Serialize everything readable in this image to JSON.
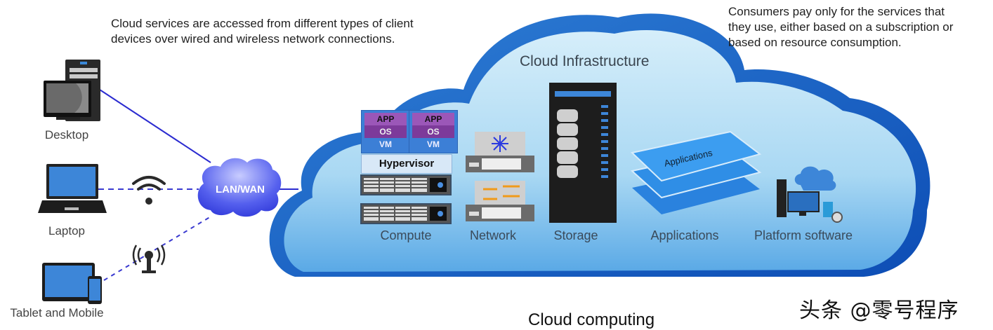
{
  "captions": {
    "left": [
      "Cloud services are accessed from different types of client",
      "devices over wired and wireless network connections."
    ],
    "right": [
      "Consumers pay only for the services that",
      "they use, either based on a subscription or",
      "based on resource consumption."
    ]
  },
  "devices": [
    {
      "label": "Desktop",
      "icon": "desktop-icon",
      "connection": "wired"
    },
    {
      "label": "Laptop",
      "icon": "laptop-icon",
      "connection": "wireless"
    },
    {
      "label": "Tablet and Mobile",
      "icon": "tablet-mobile-icon",
      "connection": "cellular"
    }
  ],
  "network_cloud": {
    "label": "LAN/WAN"
  },
  "cloud": {
    "title": "Cloud Infrastructure",
    "components": [
      {
        "label": "Compute",
        "icon": "server-icon"
      },
      {
        "label": "Network",
        "icon": "switch-icon"
      },
      {
        "label": "Storage",
        "icon": "storage-rack-icon"
      },
      {
        "label": "Applications",
        "icon": "layers-icon"
      },
      {
        "label": "Platform software",
        "icon": "platform-icon"
      }
    ],
    "compute_stack": {
      "app": "APP",
      "os": "OS",
      "vm": "VM",
      "hypervisor": "Hypervisor"
    },
    "applications_layer_text": "Applications"
  },
  "bottom_title": "Cloud computing",
  "watermark": "头条 @零号程序",
  "colors": {
    "link": "#2b2bd0",
    "cloud_dark": "#1e63c0",
    "cloud_light": "#bfe3f7",
    "lanwan": "#3d4de0"
  }
}
